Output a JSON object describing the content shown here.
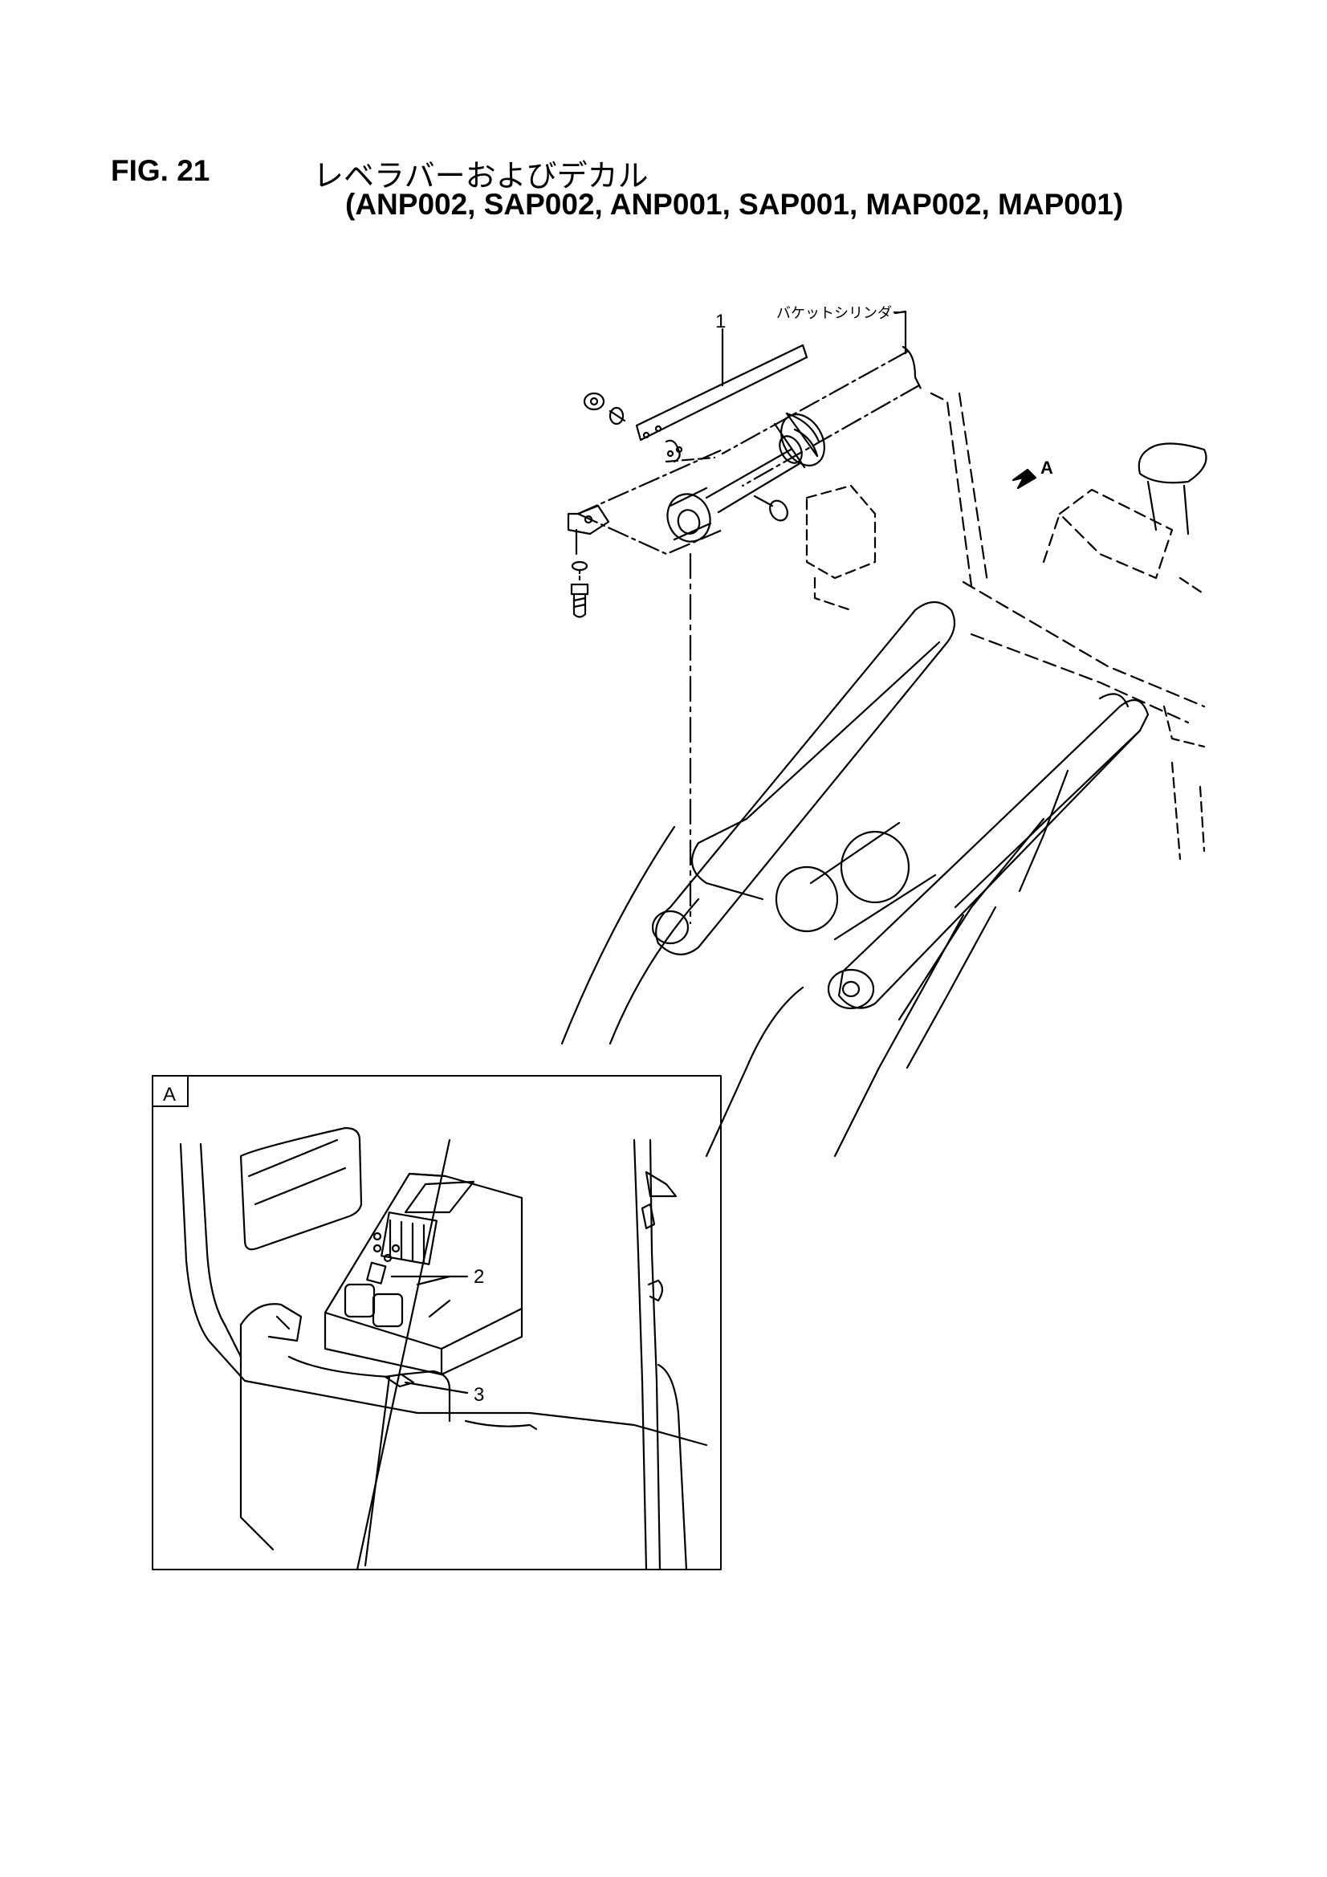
{
  "header": {
    "fig_no": "FIG. 21",
    "title_jp": "レベラバーおよびデカル",
    "models": "(ANP002, SAP002, ANP001, SAP001, MAP002, MAP001)"
  },
  "callouts": {
    "part1": "1",
    "part2": "2",
    "part3": "3",
    "bucket_cylinder": "バケットシリンダー",
    "view_arrow": "A",
    "detail_box": "A"
  }
}
